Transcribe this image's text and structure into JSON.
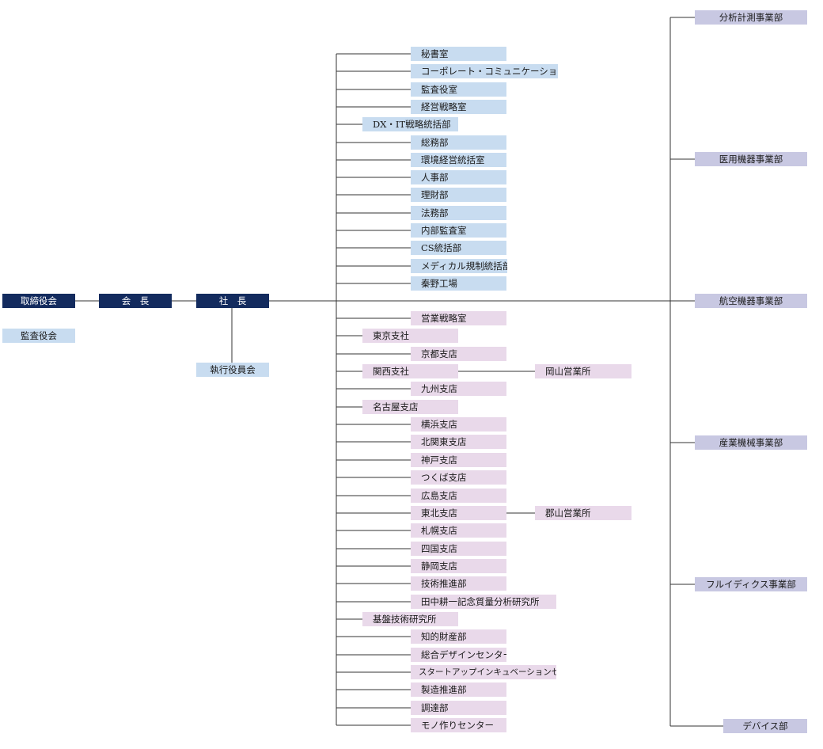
{
  "top": {
    "board_of_directors": "取締役会",
    "auditors": "監査役会",
    "chairman": "会　長",
    "president": "社　長",
    "executive_committee": "執行役員会"
  },
  "corporate": [
    "秘書室",
    "コーポレート・コミュニケーション部",
    "監査役室",
    "経営戦略室",
    "DX・IT戦略統括部",
    "総務部",
    "環境経営統括室",
    "人事部",
    "理財部",
    "法務部",
    "内部監査室",
    "CS統括部",
    "メディカル規制統括部",
    "秦野工場"
  ],
  "operations": [
    "営業戦略室",
    "東京支社",
    "京都支店",
    "関西支社",
    "九州支店",
    "名古屋支店",
    "横浜支店",
    "北関東支店",
    "神戸支店",
    "つくば支店",
    "広島支店",
    "東北支店",
    "札幌支店",
    "四国支店",
    "静岡支店",
    "技術推進部",
    "田中耕一記念質量分析研究所",
    "基盤技術研究所",
    "知的財産部",
    "総合デザインセンター",
    "スタートアップインキュベーションセンター",
    "製造推進部",
    "調達部",
    "モノ作りセンター"
  ],
  "sales_offices": {
    "okayama": "岡山営業所",
    "koriyama": "郡山営業所"
  },
  "divisions": [
    "分析計測事業部",
    "医用機器事業部",
    "航空機器事業部",
    "産業機械事業部",
    "フルイディクス事業部",
    "デバイス部"
  ],
  "colors": {
    "governance": "#132b5e",
    "corporate": "#c8dcf0",
    "operations": "#e9d9ea",
    "divisions": "#c8c8e2",
    "connector": "#333333"
  }
}
